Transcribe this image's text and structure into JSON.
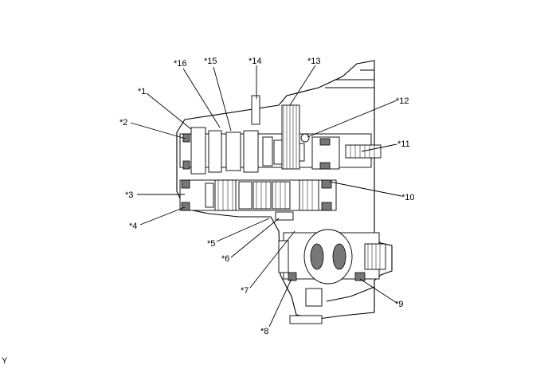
{
  "diagram": {
    "callouts": [
      {
        "id": "1",
        "label": "*1"
      },
      {
        "id": "2",
        "label": "*2"
      },
      {
        "id": "3",
        "label": "*3"
      },
      {
        "id": "4",
        "label": "*4"
      },
      {
        "id": "5",
        "label": "*5"
      },
      {
        "id": "6",
        "label": "*6"
      },
      {
        "id": "7",
        "label": "*7"
      },
      {
        "id": "8",
        "label": "*8"
      },
      {
        "id": "9",
        "label": "*9"
      },
      {
        "id": "10",
        "label": "*10"
      },
      {
        "id": "11",
        "label": "*11"
      },
      {
        "id": "12",
        "label": "*12"
      },
      {
        "id": "13",
        "label": "*13"
      },
      {
        "id": "14",
        "label": "*14"
      },
      {
        "id": "15",
        "label": "*15"
      },
      {
        "id": "16",
        "label": "*16"
      }
    ],
    "corner_mark": "Y"
  }
}
